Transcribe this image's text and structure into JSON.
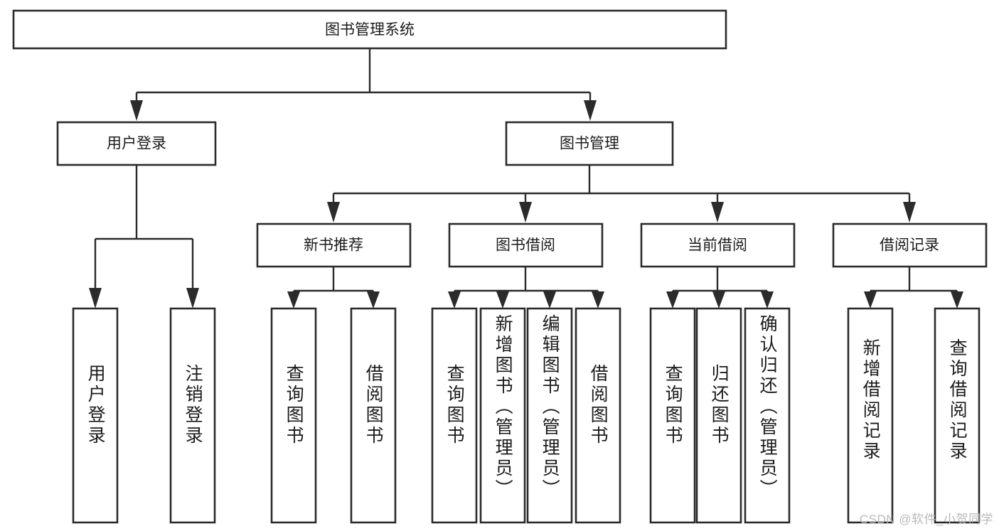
{
  "diagram": {
    "title": "图书管理系统",
    "type": "tree-hierarchy-diagram",
    "root": {
      "id": "root",
      "label": "图书管理系统"
    },
    "level2": [
      {
        "id": "user-login",
        "label": "用户登录"
      },
      {
        "id": "book-management",
        "label": "图书管理"
      }
    ],
    "level3": [
      {
        "id": "new-book-recommend",
        "label": "新书推荐",
        "parent": "book-management"
      },
      {
        "id": "book-borrow",
        "label": "图书借阅",
        "parent": "book-management"
      },
      {
        "id": "current-borrow",
        "label": "当前借阅",
        "parent": "book-management"
      },
      {
        "id": "borrow-record",
        "label": "借阅记录",
        "parent": "book-management"
      }
    ],
    "leaves": {
      "user-login": [
        {
          "id": "leaf-user-login",
          "label": "用户登录"
        },
        {
          "id": "leaf-logout-login",
          "label": "注销登录"
        }
      ],
      "new-book-recommend": [
        {
          "id": "leaf-query-book-1",
          "label": "查询图书"
        },
        {
          "id": "leaf-borrow-book-1",
          "label": "借阅图书"
        }
      ],
      "book-borrow": [
        {
          "id": "leaf-query-book-2",
          "label": "查询图书"
        },
        {
          "id": "leaf-add-book",
          "label": "新增图书（管理员）"
        },
        {
          "id": "leaf-edit-book",
          "label": "编辑图书（管理员）"
        },
        {
          "id": "leaf-borrow-book-2",
          "label": "借阅图书"
        }
      ],
      "current-borrow": [
        {
          "id": "leaf-query-book-3",
          "label": "查询图书"
        },
        {
          "id": "leaf-return-book",
          "label": "归还图书"
        },
        {
          "id": "leaf-confirm-return",
          "label": "确认归还（管理员）"
        }
      ],
      "borrow-record": [
        {
          "id": "leaf-add-record",
          "label": "新增借阅记录"
        },
        {
          "id": "leaf-query-record",
          "label": "查询借阅记录"
        }
      ]
    },
    "colors": {
      "stroke": "#2b2b2b",
      "fill": "#ffffff",
      "text": "#1b1b1b",
      "watermark": "#b9b9b9"
    }
  },
  "watermark": {
    "text": "CSDN @软件_小贺同学"
  }
}
